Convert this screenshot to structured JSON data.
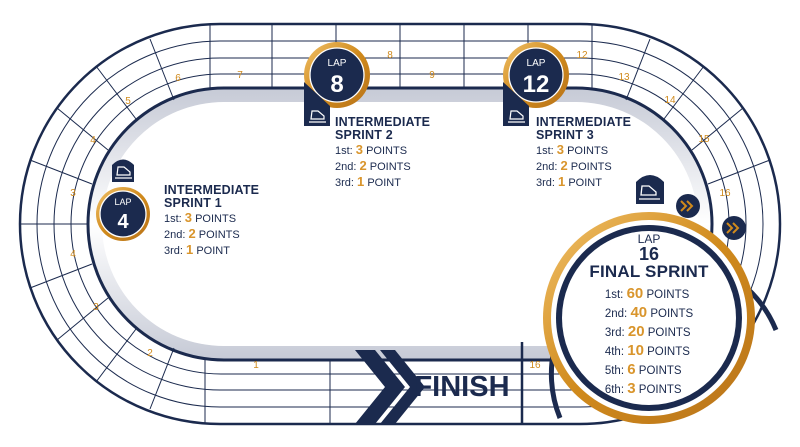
{
  "lane_numbers": {
    "top": [
      "5",
      "6",
      "7",
      "8",
      "9",
      "12",
      "13",
      "14",
      "15",
      "16"
    ],
    "left": [
      "4",
      "3",
      "4",
      "3",
      "2"
    ],
    "bottom": [
      "1",
      "16"
    ]
  },
  "finish_label": "FINISH",
  "badges": [
    {
      "lap_word": "LAP",
      "lap_number": "4"
    },
    {
      "lap_word": "LAP",
      "lap_number": "8"
    },
    {
      "lap_word": "LAP",
      "lap_number": "12"
    }
  ],
  "sprints": [
    {
      "title_line1": "INTERMEDIATE",
      "title_line2": "SPRINT 1",
      "places": [
        {
          "place": "1st:",
          "points": "3",
          "unit": "POINTS"
        },
        {
          "place": "2nd:",
          "points": "2",
          "unit": "POINTS"
        },
        {
          "place": "3rd:",
          "points": "1",
          "unit": "POINT"
        }
      ]
    },
    {
      "title_line1": "INTERMEDIATE",
      "title_line2": "SPRINT 2",
      "places": [
        {
          "place": "1st:",
          "points": "3",
          "unit": "POINTS"
        },
        {
          "place": "2nd:",
          "points": "2",
          "unit": "POINTS"
        },
        {
          "place": "3rd:",
          "points": "1",
          "unit": "POINT"
        }
      ]
    },
    {
      "title_line1": "INTERMEDIATE",
      "title_line2": "SPRINT 3",
      "places": [
        {
          "place": "1st:",
          "points": "3",
          "unit": "POINTS"
        },
        {
          "place": "2nd:",
          "points": "2",
          "unit": "POINTS"
        },
        {
          "place": "3rd:",
          "points": "1",
          "unit": "POINT"
        }
      ]
    }
  ],
  "final": {
    "lap_word": "LAP",
    "lap_number": "16",
    "title": "FINAL SPRINT",
    "places": [
      {
        "place": "1st:",
        "points": "60",
        "unit": "POINTS"
      },
      {
        "place": "2nd:",
        "points": "40",
        "unit": "POINTS"
      },
      {
        "place": "3rd:",
        "points": "20",
        "unit": "POINTS"
      },
      {
        "place": "4th:",
        "points": "10",
        "unit": "POINTS"
      },
      {
        "place": "5th:",
        "points": "6",
        "unit": "POINTS"
      },
      {
        "place": "6th:",
        "points": "3",
        "unit": "POINTS"
      }
    ]
  },
  "colors": {
    "navy": "#1b2a4e",
    "gold": "#d9952c",
    "lane_gold": "#d08a1c",
    "white": "#ffffff"
  }
}
